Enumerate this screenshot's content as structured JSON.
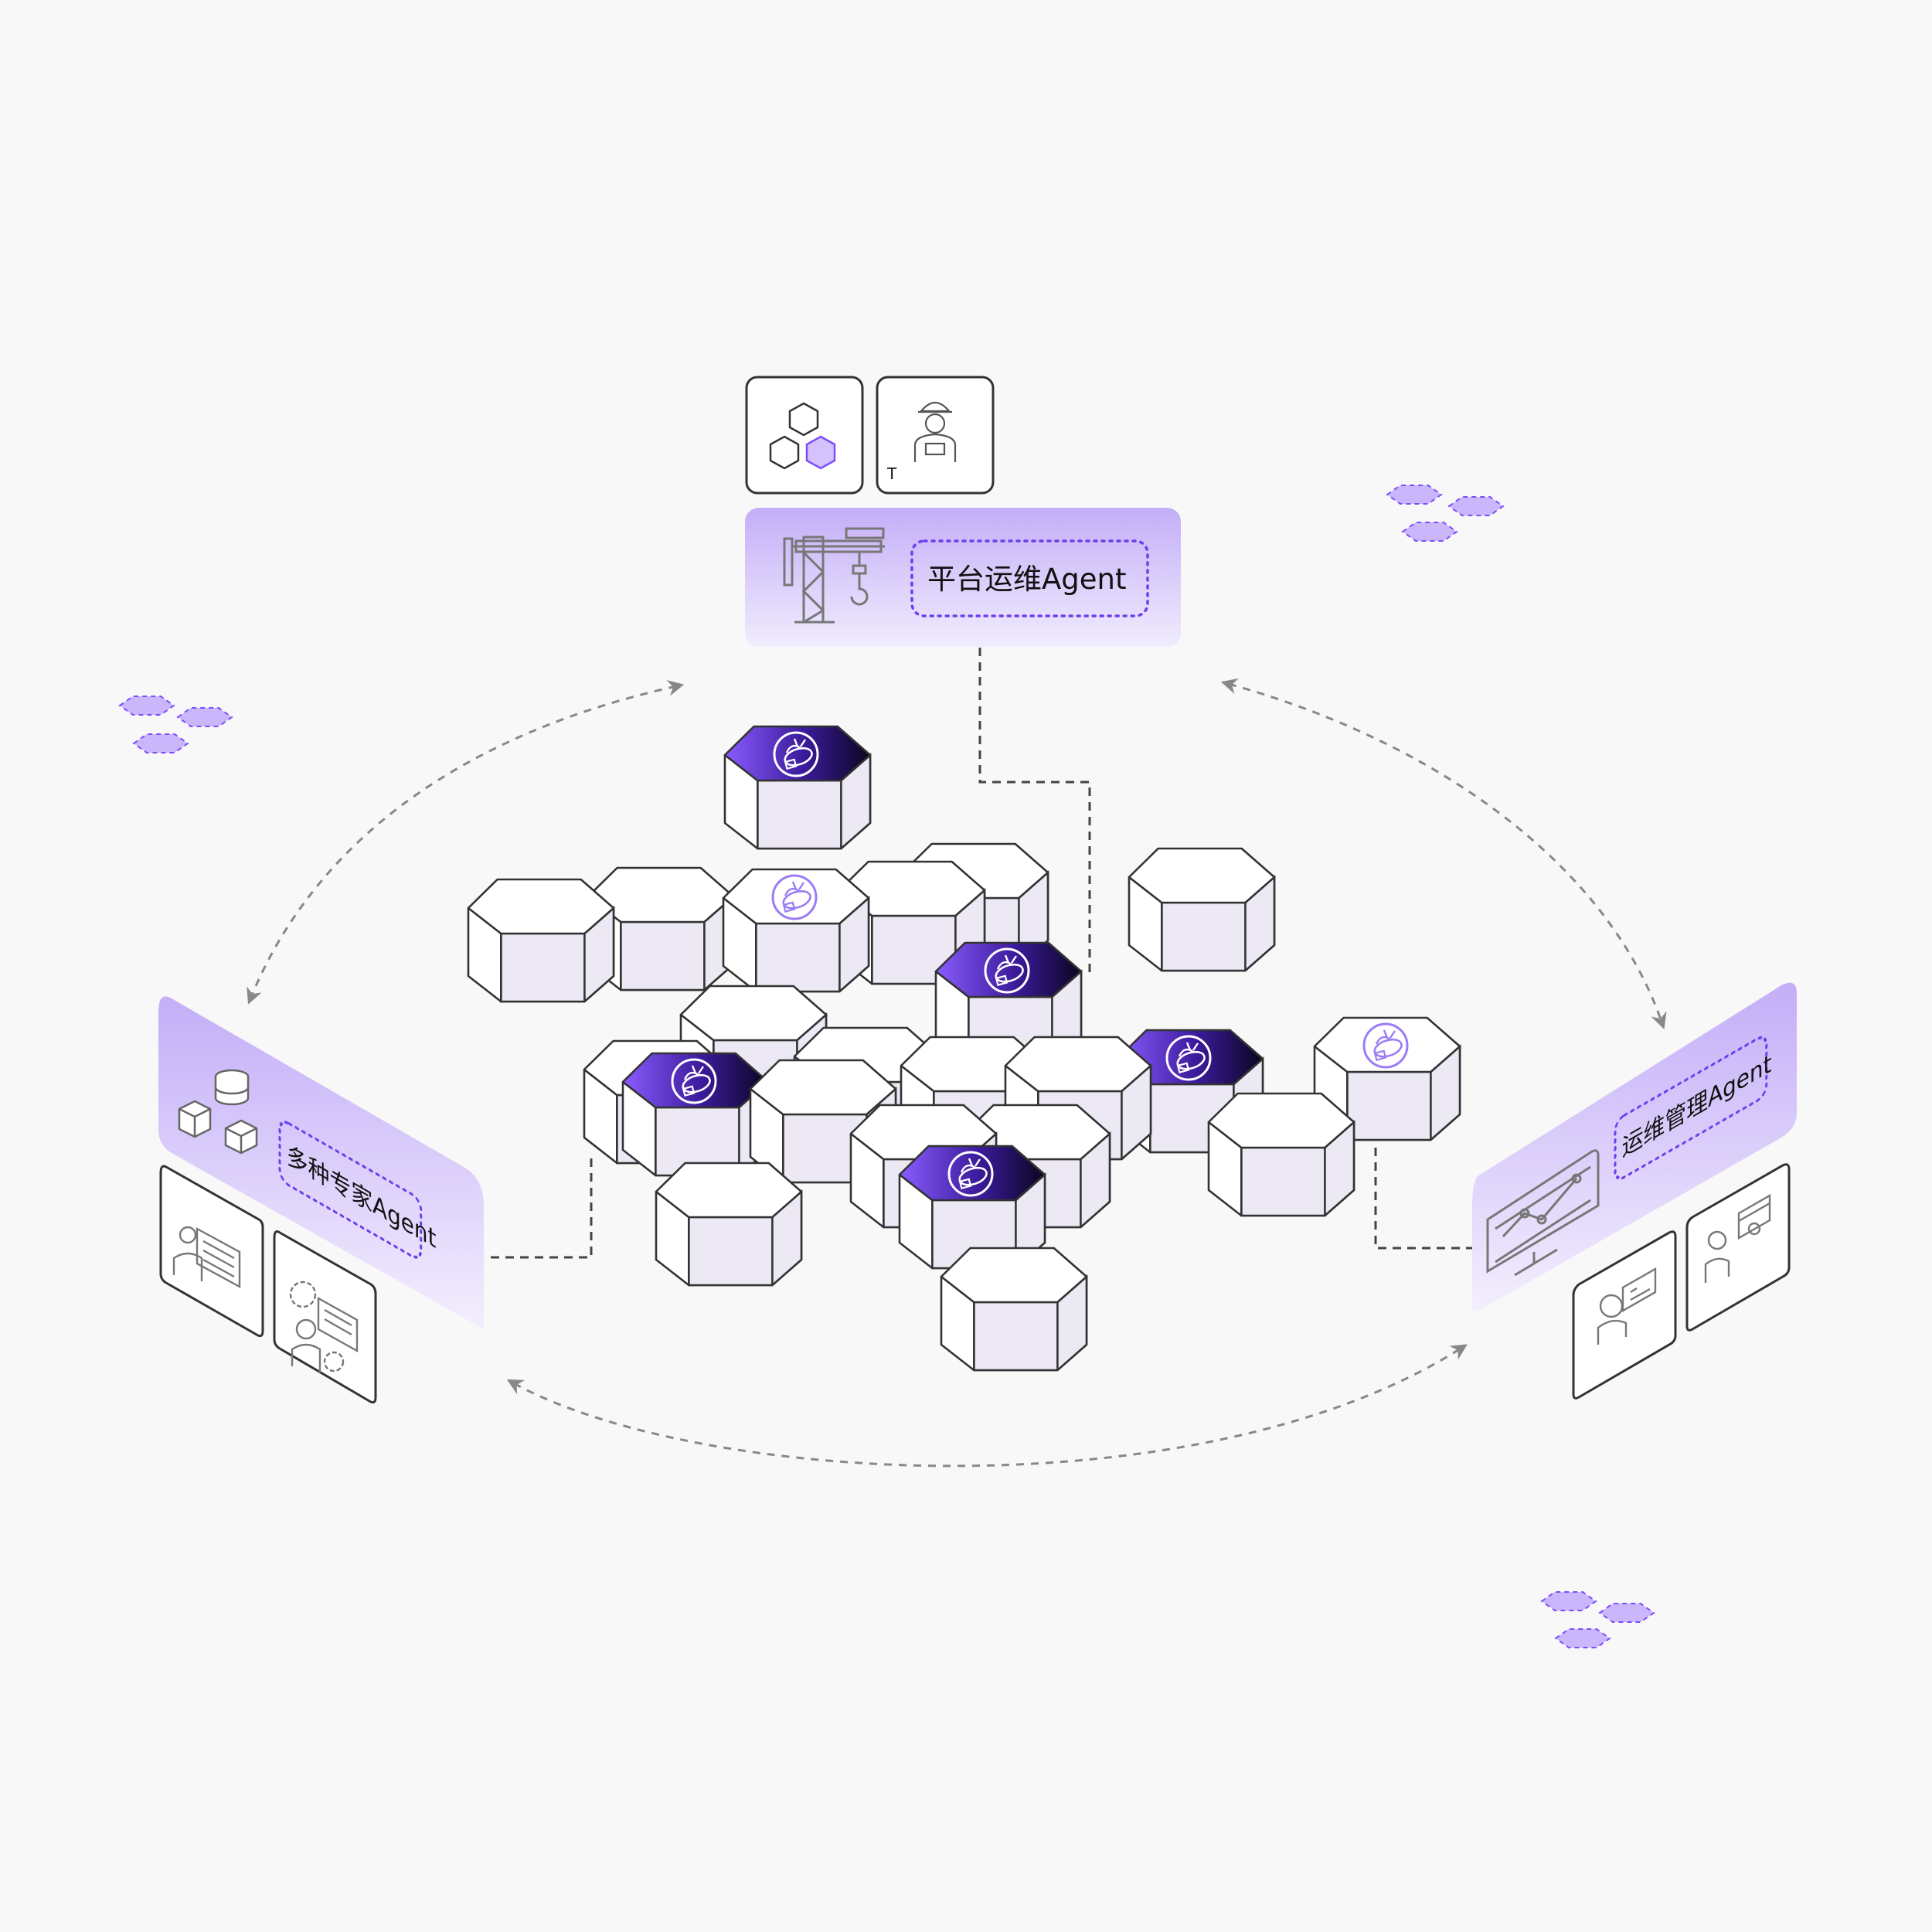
{
  "colors": {
    "background": "#f8f8f8",
    "accent": "#7c4dff",
    "accent_light": "#c9b6fb",
    "panel_gradient_top": "#c6b3f8",
    "panel_gradient_bottom": "#efe9fd",
    "hex_top": "#ffffff",
    "hex_side": "#ece8f4",
    "stroke": "#333333",
    "arrow": "#888888"
  },
  "panels": {
    "platform": {
      "label": "平台运维Agent",
      "icon": "crane-icon"
    },
    "experts": {
      "label": "多种专家Agent",
      "icon": "database-cubes-icon"
    },
    "management": {
      "label": "运维管理Agent",
      "icon": "monitor-chart-icon"
    }
  },
  "cards": {
    "platform": [
      {
        "icon": "hexagon-cluster-icon"
      },
      {
        "icon": "engineer-icon",
        "label": "T"
      }
    ],
    "experts": [
      {
        "icon": "expert-document-icon"
      },
      {
        "icon": "expert-gear-icon"
      }
    ],
    "management": [
      {
        "icon": "manager-card-icon"
      },
      {
        "icon": "admin-card-icon"
      }
    ]
  },
  "hex_icon": "agent-bee-icon"
}
